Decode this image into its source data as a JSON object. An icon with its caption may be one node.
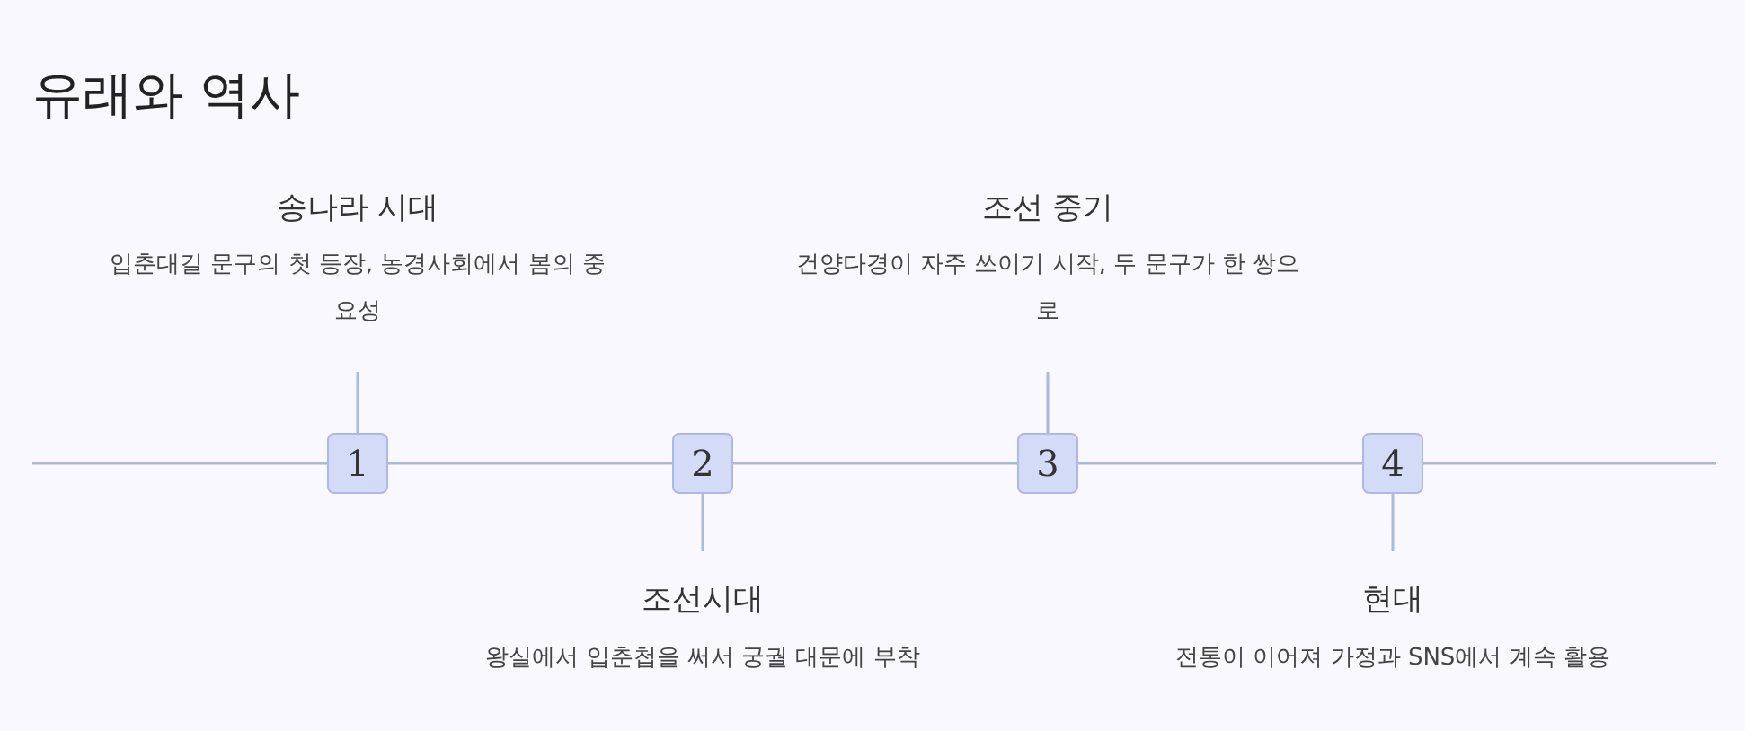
{
  "diagram": {
    "title": "유래와 역사",
    "nodes": [
      {
        "text": [
          "1"
        ],
        "beside": [
          "송나라 시대",
          "입춘대길 문구의 첫 등장, 농경사회에서 봄의 중요성"
        ]
      },
      {
        "text": [
          "2"
        ],
        "beside": [
          "조선시대",
          "왕실에서 입춘첩을 써서 궁궐 대문에 부착"
        ]
      },
      {
        "text": [
          "3"
        ],
        "beside": [
          "조선 중기",
          "건양다경이 자주 쓰이기 시작, 두 문구가 한 쌍으로"
        ]
      },
      {
        "text": [
          "4"
        ],
        "beside": [
          "현대",
          "전통이 이어져 가정과 SNS에서 계속 활용"
        ]
      }
    ],
    "edges": [
      {
        "from": null,
        "to": 0,
        "arrow": "none"
      },
      {
        "from": 0,
        "to": 1,
        "arrow": "none"
      },
      {
        "from": 1,
        "to": 2,
        "arrow": "none"
      },
      {
        "from": 2,
        "to": 3,
        "arrow": "none"
      },
      {
        "from": 3,
        "to": null,
        "arrow": "none"
      }
    ]
  }
}
